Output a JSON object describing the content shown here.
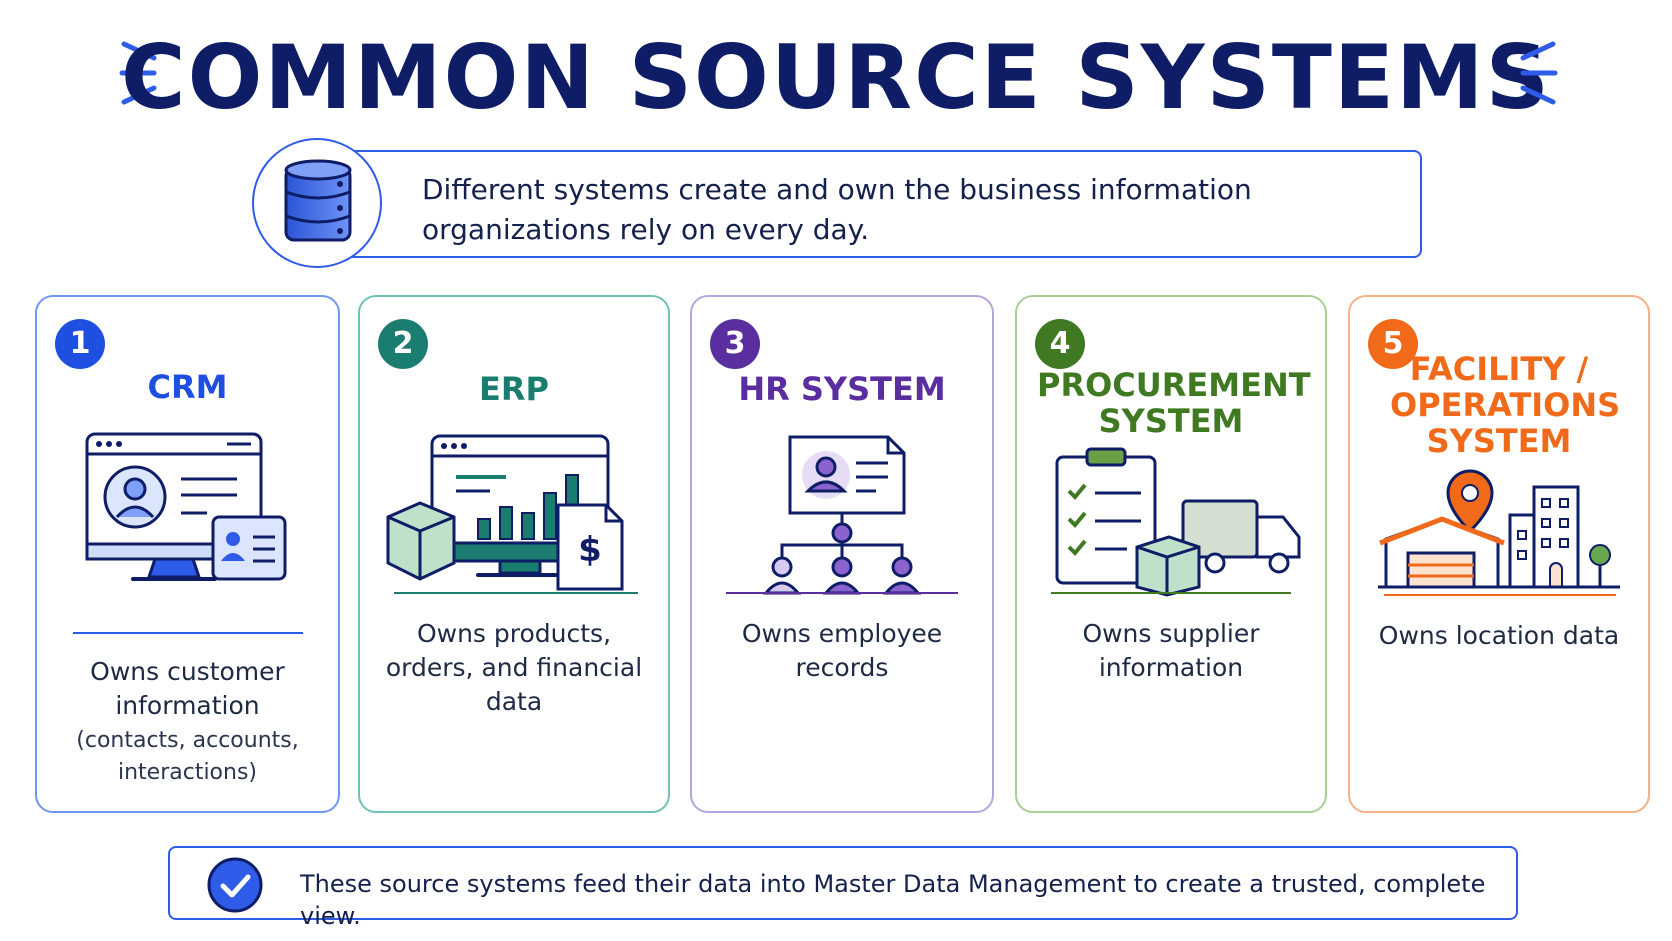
{
  "header": {
    "title": "COMMON SOURCE SYSTEMS",
    "intro": "Different systems create and own the business information organizations rely on every day.",
    "intro_icon": "database-icon"
  },
  "cards": [
    {
      "number": "1",
      "title": "CRM",
      "description": "Owns customer information",
      "detail": "(contacts, accounts, interactions)",
      "icon": "monitor-contact-icon",
      "color": "#1f4fe0"
    },
    {
      "number": "2",
      "title": "ERP",
      "description": "Owns products, orders, and financial data",
      "icon": "erp-dashboard-icon",
      "color": "#1a7d6f"
    },
    {
      "number": "3",
      "title": "HR SYSTEM",
      "description": "Owns employee records",
      "icon": "org-chart-icon",
      "color": "#5b2ea0"
    },
    {
      "number": "4",
      "title": "PROCUREMENT SYSTEM",
      "description": "Owns supplier information",
      "icon": "clipboard-truck-icon",
      "color": "#3f7a22"
    },
    {
      "number": "5",
      "title": "FACILITY / OPERATIONS SYSTEM",
      "description": "Owns location data",
      "icon": "location-building-icon",
      "color": "#f06a1a"
    }
  ],
  "footer": {
    "text": "These source systems feed their data into Master Data Management to create a trusted, complete view.",
    "icon": "check-circle-icon"
  },
  "colors": {
    "title": "#0e1d66",
    "accent_blue": "#2e5be8"
  }
}
